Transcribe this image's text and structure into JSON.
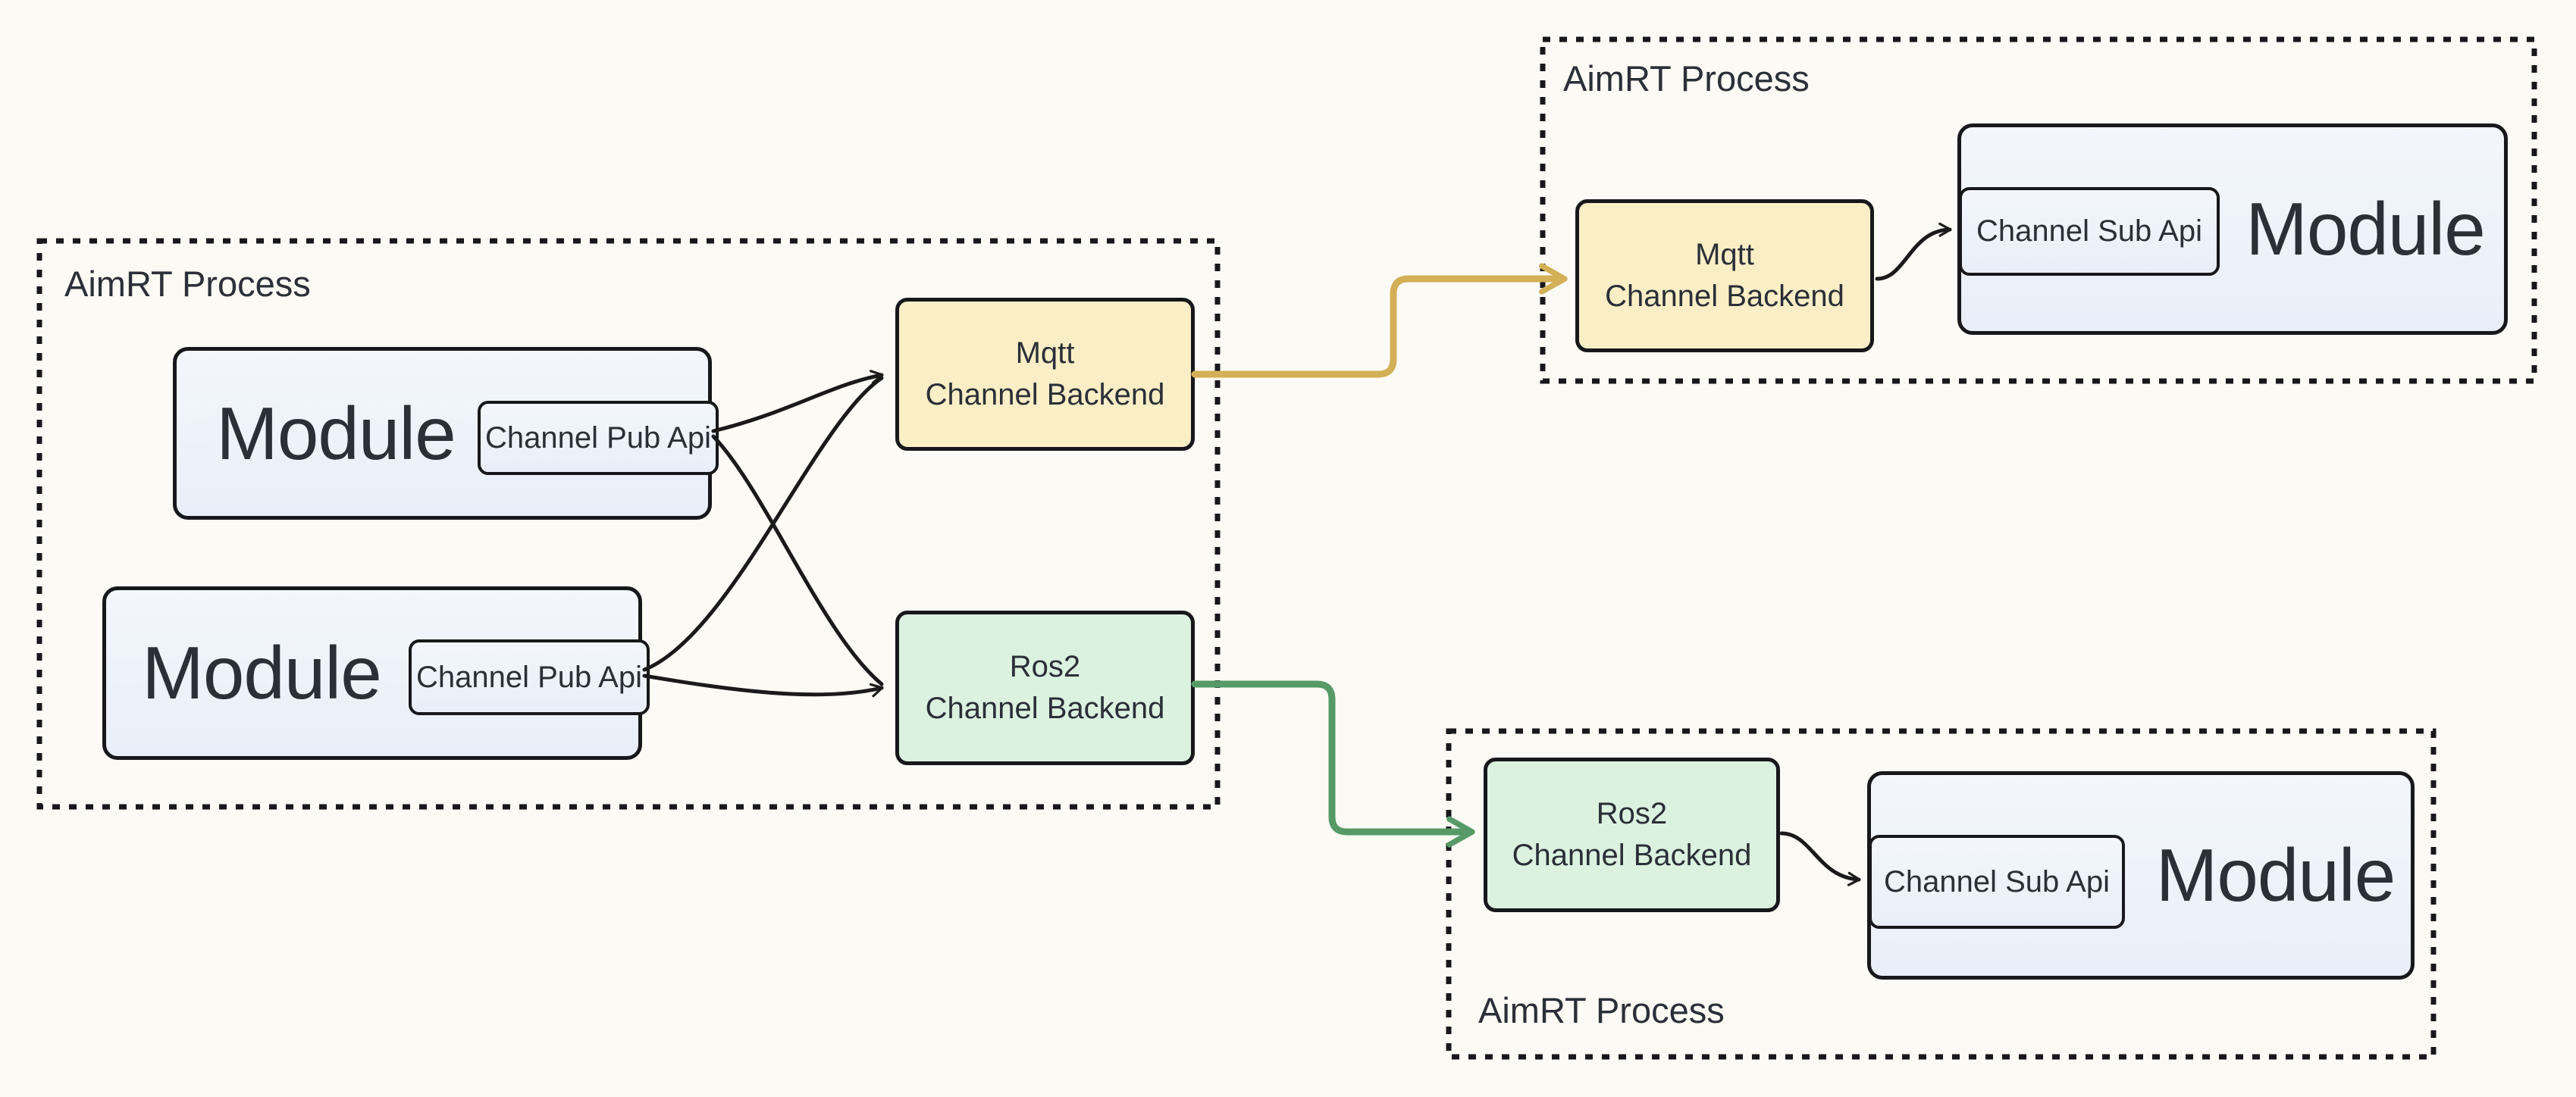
{
  "processes": {
    "left": {
      "label": "AimRT Process"
    },
    "top_right": {
      "label": "AimRT Process"
    },
    "bottom_right": {
      "label": "AimRT Process"
    }
  },
  "modules": {
    "pub1": {
      "label": "Module",
      "api": "Channel Pub Api"
    },
    "pub2": {
      "label": "Module",
      "api": "Channel Pub Api"
    },
    "sub_mqtt": {
      "label": "Module",
      "api": "Channel Sub Api"
    },
    "sub_ros2": {
      "label": "Module",
      "api": "Channel Sub Api"
    }
  },
  "backends": {
    "mqtt_left": {
      "line1": "Mqtt",
      "line2": "Channel Backend"
    },
    "ros2_left": {
      "line1": "Ros2",
      "line2": "Channel Backend"
    },
    "mqtt_right": {
      "line1": "Mqtt",
      "line2": "Channel Backend"
    },
    "ros2_right": {
      "line1": "Ros2",
      "line2": "Channel Backend"
    }
  },
  "colors": {
    "background": "#FCFAF4",
    "border": "#17181B",
    "text": "#2A2F38",
    "module_fill_top": "#F3F6FC",
    "module_fill_bottom": "#E9EEF8",
    "mqtt_fill": "#FAEEC6",
    "ros2_fill": "#DCF2E0",
    "mqtt_arrow": "#D3AF56",
    "ros2_arrow": "#569B67",
    "black_arrow": "#1A1A1A"
  }
}
